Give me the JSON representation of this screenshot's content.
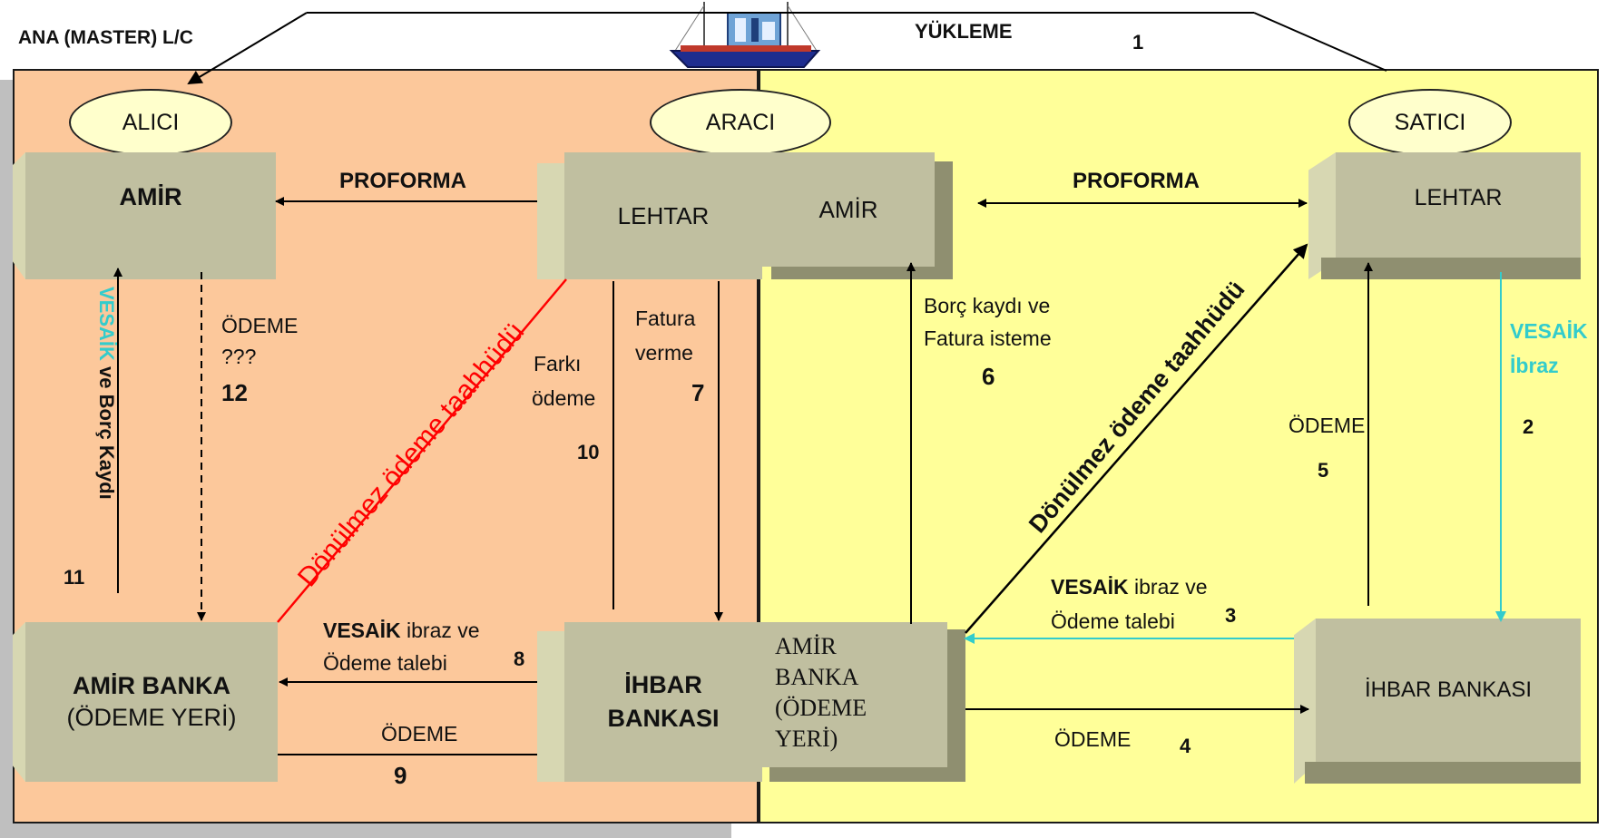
{
  "header": {
    "master_lc": "ANA (MASTER) L/C",
    "loading": "YÜKLEME",
    "loading_step": "1"
  },
  "parties": {
    "buyer": "ALICI",
    "intermediary": "ARACI",
    "seller": "SATICI"
  },
  "boxes": {
    "left_amir": "AMİR",
    "left_lehtar": "LEHTAR",
    "right_amir": "AMİR",
    "right_lehtar": "LEHTAR",
    "left_amir_banka_line1": "AMİR BANKA",
    "left_amir_banka_line2": "(ÖDEME YERİ)",
    "left_ihbar_line1": "İHBAR",
    "left_ihbar_line2": "BANKASI",
    "right_amir_banka_line1": "AMİR",
    "right_amir_banka_line2": "BANKA",
    "right_amir_banka_line3": "(ÖDEME",
    "right_amir_banka_line4": "YERİ)",
    "right_ihbar": "İHBAR BANKASI"
  },
  "labels": {
    "proforma_left": "PROFORMA",
    "proforma_right": "PROFORMA",
    "vesaik_vertical_colored": "VESAİK",
    "vesaik_vertical_rest": " ve Borç Kaydı",
    "step11": "11",
    "odeme_q_line1": "ÖDEME",
    "odeme_q_line2": "???",
    "step12": "12",
    "farki_line1": "Farkı",
    "farki_line2": "ödeme",
    "step10": "10",
    "fatura_line1": "Fatura",
    "fatura_line2": "verme",
    "step7": "7",
    "irrevocable_left": "Dönülmez ödeme taahhüdü",
    "irrevocable_right": "Dönülmez ödeme taahhüdü",
    "vesaik_ibraz_left_bold": "VESAİK",
    "vesaik_ibraz_left_rest": " ibraz ve",
    "odeme_talebi_left": "Ödeme talebi",
    "step8": "8",
    "odeme_left": "ÖDEME",
    "step9": "9",
    "borc_line1": "Borç kaydı ve",
    "borc_line2": "Fatura isteme",
    "step6": "6",
    "odeme_right_vertical": "ÖDEME",
    "step5": "5",
    "vesaik_right_line1": "VESAİK",
    "vesaik_right_line2": "İbraz",
    "step2": "2",
    "vesaik_ibraz_right_bold": "VESAİK",
    "vesaik_ibraz_right_rest": " ibraz ve",
    "odeme_talebi_right": "Ödeme talebi",
    "step3": "3",
    "odeme_right_bottom": "ÖDEME",
    "step4": "4"
  },
  "colors": {
    "left_bg": "#fcc89b",
    "right_bg": "#ffff99",
    "vesaik_cyan": "#33cccc",
    "irrevocable_red": "#ff0000"
  }
}
